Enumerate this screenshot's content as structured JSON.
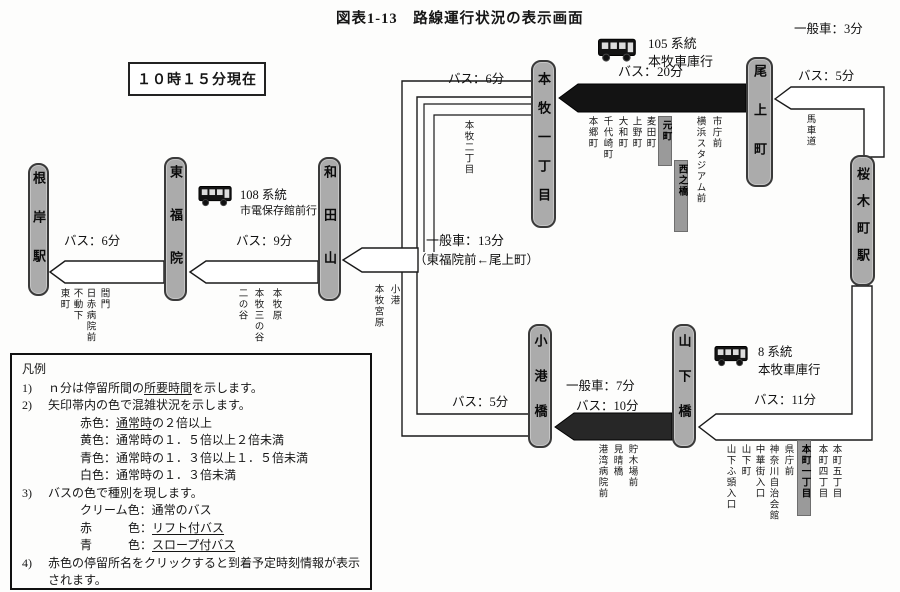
{
  "figure": {
    "title": "図表1-13　路線運行状況の表示画面",
    "clock": "１０時１５分現在"
  },
  "colors": {
    "arrow_congested": "#141414",
    "arrow_normal": "#ffffff",
    "node_fill": "#ababab"
  },
  "nodes": {
    "negishi": "根岸駅",
    "tofukuin": "東福院",
    "wadayama": "和田山",
    "honmoku1chome": "本牧一丁目",
    "onoecho": "尾上町",
    "sakuragicho": "桜木町駅",
    "kominatobashi": "小港橋",
    "yamashitabashi": "山下橋"
  },
  "buses": {
    "line108": {
      "name": "108 系統",
      "destination": "市電保存館前行"
    },
    "line105": {
      "name": "105 系統",
      "destination": "本牧車庫行"
    },
    "line8": {
      "name": "8 系統",
      "destination": "本牧車庫行"
    }
  },
  "times": {
    "negishi_tofukuin": "バス：6分",
    "tofukuin_wadayama": "バス：9分",
    "honmoku_wadayama": "バス：6分",
    "honmoku_onoe": "バス：20分",
    "onoe_sakuragi": "バス：5分",
    "general_top_right": "一般車：3分",
    "general_13": "一般車：13分",
    "general_13_note": "（東福院前←尾上町）",
    "sakuragi_yamashita": "バス：11分",
    "yamashita_kominato_car": "一般車：7分",
    "yamashita_kominato_bus": "バス：10分",
    "kominato_wadayama": "バス：5分"
  },
  "stops": {
    "negishi_line": [
      "間門",
      "日赤病院前",
      "不動下",
      "東町"
    ],
    "tofukuin_line": [
      "本牧原",
      "本牧三の谷",
      "二の谷"
    ],
    "wadayama_branch": [
      "小港",
      "本牧宮原"
    ],
    "honmoku_line": [
      "本牧二丁目"
    ],
    "onoe_line_plain": [
      "市庁前",
      "横浜スタジアム前",
      "麦田町",
      "上野町",
      "大和町",
      "千代崎町",
      "本郷町"
    ],
    "onoe_line_red": [
      "西之橋",
      "元町"
    ],
    "sakuragi_line": [
      "馬車道"
    ],
    "yamashita_line_plain": [
      "本町五丁目",
      "本町四丁目",
      "県庁前",
      "神奈川自治会館",
      "中華街入口",
      "山下町",
      "山下ふ頭入口"
    ],
    "yamashita_line_red": [
      "本町一丁目"
    ],
    "kominato_line": [
      "貯木場前",
      "見晴橋",
      "港湾病院前"
    ]
  },
  "legend": {
    "heading": "凡例",
    "item1_no": "1)",
    "item1_pre": "ｎ分は停留所間の",
    "item1_u": "所要時間",
    "item1_post": "を示します。",
    "item2_no": "2)",
    "item2_text": "矢印帯内の色で混雑状況を示します。",
    "congestion": [
      {
        "label": "赤色：",
        "u": "通常時",
        "rest": "の２倍以上"
      },
      {
        "label": "黄色：",
        "u": "",
        "rest": "通常時の１．５倍以上２倍未満"
      },
      {
        "label": "青色：",
        "u": "",
        "rest": "通常時の１．３倍以上１．５倍未満"
      },
      {
        "label": "白色：",
        "u": "",
        "rest": "通常時の１．３倍未満"
      }
    ],
    "item3_no": "3)",
    "item3_text": "バスの色で種別を現します。",
    "bus_types": [
      {
        "label": "クリーム色：",
        "value": "通常のバス"
      },
      {
        "label": "赤　　　色：",
        "value": "リフト付バス"
      },
      {
        "label": "青　　　色：",
        "value": "スロープ付バス"
      }
    ],
    "item4_no": "4)",
    "item4_text": "赤色の停留所名をクリックすると到着予定時刻情報が表示されます。"
  }
}
